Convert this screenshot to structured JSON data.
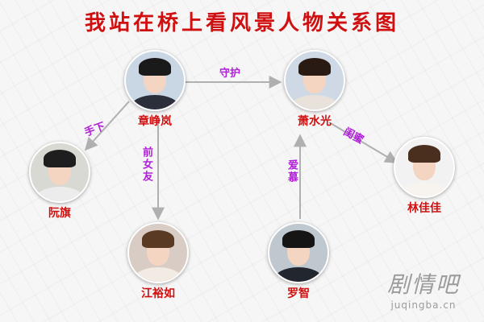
{
  "title": "我站在桥上看风景人物关系图",
  "colors": {
    "title": "#d01010",
    "name": "#d01010",
    "relation": "#b020d8",
    "arrow": "#b0b0b0"
  },
  "nodes": [
    {
      "id": "zhang",
      "name": "章峥岚",
      "icon": "portrait-man-icon",
      "hair": "#1a1a1a",
      "bg": "#c9d6e4",
      "clothes": "#2b2f3a"
    },
    {
      "id": "xiao",
      "name": "萧水光",
      "icon": "portrait-woman-icon",
      "hair": "#2a1a14",
      "bg": "#cfd9e6",
      "clothes": "#e8e2da"
    },
    {
      "id": "ruan",
      "name": "阮旗",
      "icon": "portrait-man-icon",
      "hair": "#1e1e1e",
      "bg": "#d9d9d4",
      "clothes": "#ececec"
    },
    {
      "id": "lin",
      "name": "林佳佳",
      "icon": "portrait-woman-icon",
      "hair": "#4a2e1e",
      "bg": "#f2f2f2",
      "clothes": "#f7f4ef"
    },
    {
      "id": "jiang",
      "name": "江裕如",
      "icon": "portrait-woman-icon",
      "hair": "#5a3a22",
      "bg": "#d8ccc4",
      "clothes": "#f1ebe4"
    },
    {
      "id": "luo",
      "name": "罗智",
      "icon": "portrait-man-icon",
      "hair": "#151515",
      "bg": "#bfc7cf",
      "clothes": "#22262e"
    }
  ],
  "relations": [
    {
      "from": "章峥岚",
      "to": "萧水光",
      "label": "守护"
    },
    {
      "from": "章峥岚",
      "to": "阮旗",
      "label": "手下"
    },
    {
      "from": "章峥岚",
      "to": "江裕如",
      "label": "前女友"
    },
    {
      "from": "萧水光",
      "to": "林佳佳",
      "label": "闺蜜"
    },
    {
      "from": "罗智",
      "to": "萧水光",
      "label": "爱慕"
    }
  ],
  "watermark": {
    "brand": "剧情吧",
    "url": "juqingba.cn"
  }
}
